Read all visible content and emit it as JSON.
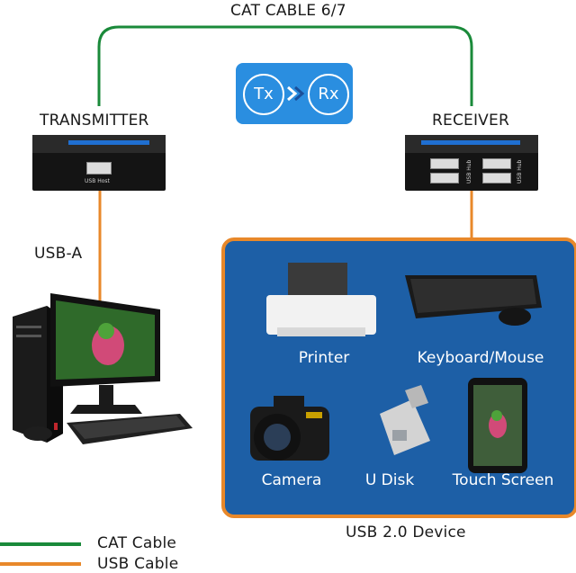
{
  "cable_title": "CAT CABLE 6/7",
  "transmitter_label": "TRANSMITTER",
  "receiver_label": "RECEIVER",
  "badge": {
    "tx": "Tx",
    "rx": "Rx"
  },
  "transmitter_port_label": "USB Host",
  "receiver_port_label": "USB Hub",
  "usb_a_label": "USB-A",
  "devices": {
    "printer": "Printer",
    "keyboard_mouse": "Keyboard/Mouse",
    "camera": "Camera",
    "u_disk": "U Disk",
    "touch_screen": "Touch Screen"
  },
  "panel_caption": "USB 2.0 Device",
  "legend": [
    {
      "label": "CAT Cable",
      "color": "#1a8a3a"
    },
    {
      "label": "USB Cable",
      "color": "#e8882a"
    }
  ],
  "colors": {
    "cat": "#1a8a3a",
    "usb": "#e8882a",
    "panel": "#1d5fa6",
    "badge": "#2a8ee0"
  }
}
